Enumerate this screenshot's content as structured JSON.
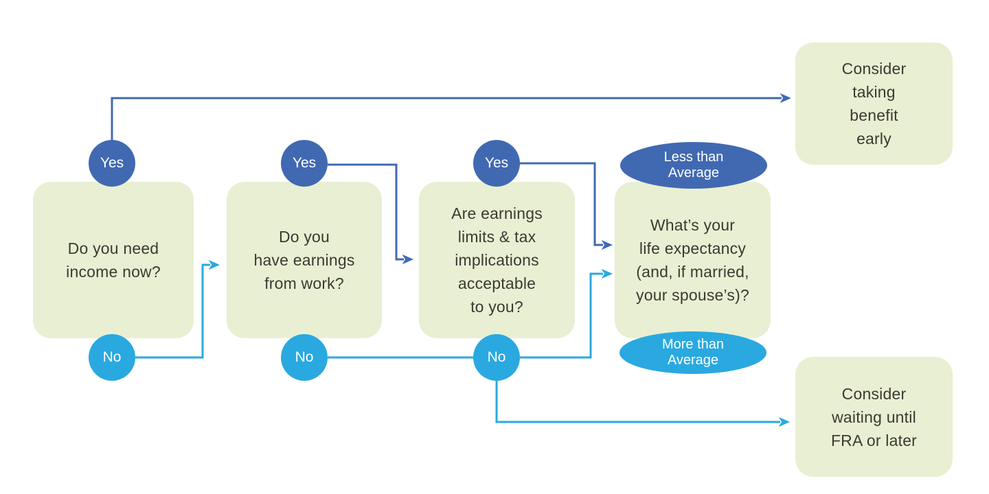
{
  "palette": {
    "yes_path_blue": "#4169b2",
    "no_path_blue": "#29a9e0",
    "box_green": "#e9efd2",
    "box_text": "#3a3a33",
    "badge_text": "#ffffff",
    "background": "#ffffff"
  },
  "questions": [
    {
      "lines": [
        "Do you need",
        "income now?"
      ],
      "yes_label": "Yes",
      "no_label": "No"
    },
    {
      "lines": [
        "Do you",
        "have earnings",
        "from work?"
      ],
      "yes_label": "Yes",
      "no_label": "No"
    },
    {
      "lines": [
        "Are earnings",
        "limits & tax",
        "implications",
        "acceptable",
        "to you?"
      ],
      "yes_label": "Yes",
      "no_label": "No"
    },
    {
      "lines": [
        "What’s your",
        "life expectancy",
        "(and, if married,",
        "your spouse’s)?"
      ],
      "above_badge_lines": [
        "Less than",
        "Average"
      ],
      "below_badge_lines": [
        "More than",
        "Average"
      ]
    }
  ],
  "outcomes": [
    {
      "lines": [
        "Consider",
        "taking",
        "benefit",
        "early"
      ]
    },
    {
      "lines": [
        "Consider",
        "waiting until",
        "FRA or later"
      ]
    }
  ]
}
